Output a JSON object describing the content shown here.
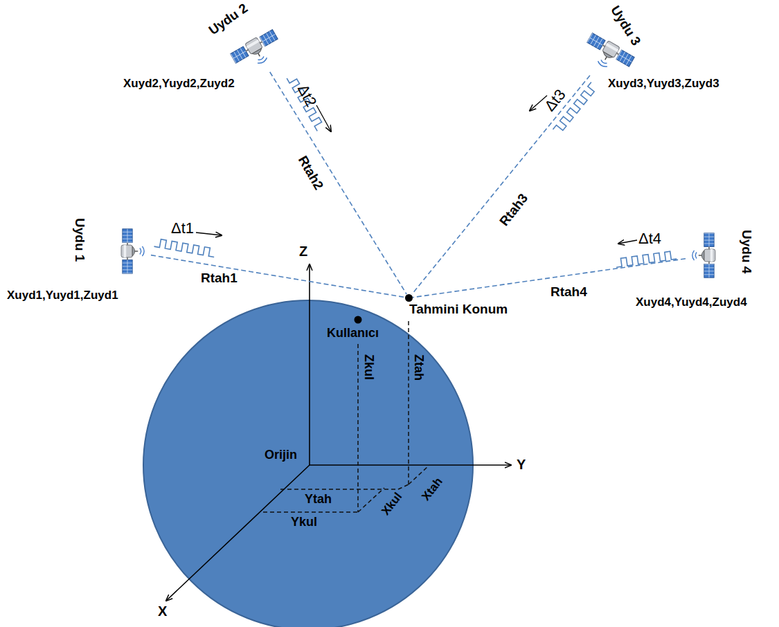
{
  "diagram": {
    "nodes": [
      {
        "text": [
          "Uydu 1",
          "Xuyd1,Yuyd1,Zuyd1"
        ]
      },
      {
        "text": [
          "Uydu 2",
          "Xuyd2,Yuyd2,Zuyd2"
        ]
      },
      {
        "text": [
          "Uydu 3",
          "Xuyd3,Yuyd3,Zuyd3"
        ]
      },
      {
        "text": [
          "Uydu 4",
          "Xuyd4,Yuyd4,Zuyd4"
        ]
      },
      {
        "text": [
          "Tahmini Konum"
        ]
      }
    ],
    "edges": [
      {
        "from": 0,
        "to": 4,
        "arrow": "none",
        "label": "Rtah1"
      },
      {
        "from": 1,
        "to": 4,
        "arrow": "none",
        "label": "Rtah2"
      },
      {
        "from": 2,
        "to": 4,
        "arrow": "none",
        "label": "Rtah3"
      },
      {
        "from": 3,
        "to": 4,
        "arrow": "none",
        "label": "Rtah4"
      }
    ],
    "labels": [
      "Δt1",
      "Δt2",
      "Δt3",
      "Δt4",
      "Z",
      "Y",
      "X",
      "Orijin",
      "Kullanıcı",
      "Zkul",
      "Ztah",
      "Ytah",
      "Ykul",
      "Xkul",
      "Xtah"
    ]
  }
}
